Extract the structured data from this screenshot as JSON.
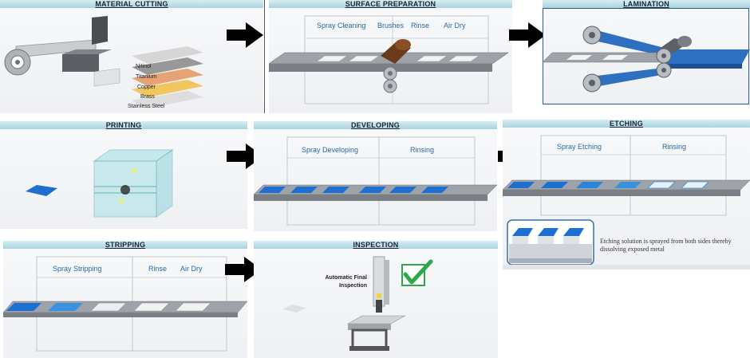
{
  "steps": {
    "material_cutting": {
      "title": "MATERIAL CUTTING",
      "metals": [
        "Nitinol",
        "Titanium",
        "Copper",
        "Brass",
        "Stainless Steel"
      ]
    },
    "surface_preparation": {
      "title": "SURFACE PREPARATION",
      "labels": [
        "Spray Cleaning",
        "Brushes",
        "Rinse",
        "Air Dry"
      ]
    },
    "lamination": {
      "title": "LAMINATION"
    },
    "printing": {
      "title": "PRINTING"
    },
    "developing": {
      "title": "DEVELOPING",
      "labels": [
        "Spray Developing",
        "Rinsing"
      ]
    },
    "etching": {
      "title": "ETCHING",
      "labels": [
        "Spray Etching",
        "Rinsing"
      ],
      "note": "Etching solution is sprayed from both sides thereby dissolving exposed metal"
    },
    "stripping": {
      "title": "STRIPPING",
      "labels": [
        "Spray Stripping",
        "Rinse",
        "Air Dry"
      ]
    },
    "inspection": {
      "title": "INSPECTION",
      "label": "Automatic Final Inspection"
    }
  },
  "colors": {
    "title_bar": "#a9d3de",
    "label_text": "#2b6aa6",
    "photoresist_blue": "#1f6fd1",
    "arrow": "#000000",
    "check_green": "#2ea84a",
    "brush_brown": "#6b3a1c",
    "metal_nitinol": "#cfcfcf",
    "metal_titanium": "#9a9a9a",
    "metal_copper": "#e39a68",
    "metal_brass": "#f2c14e",
    "metal_stainless": "#d9d9d9"
  }
}
